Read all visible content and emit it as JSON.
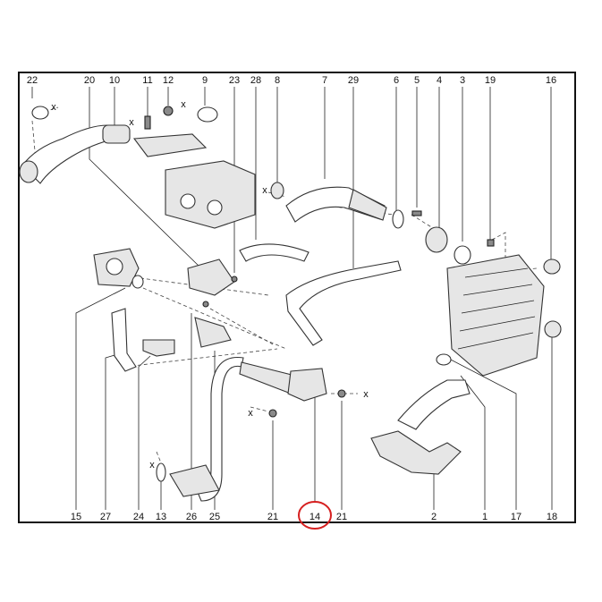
{
  "callouts_top": [
    "22",
    "20",
    "10",
    "11",
    "12",
    "9",
    "23",
    "28",
    "8",
    "7",
    "29",
    "6",
    "5",
    "4",
    "3",
    "19",
    "16"
  ],
  "callouts_bottom": [
    "15",
    "27",
    "24",
    "13",
    "26",
    "25",
    "21",
    "14",
    "21",
    "2",
    "1",
    "17",
    "18"
  ],
  "highlighted_callout": "14",
  "highlight_color": "#d61f1f",
  "axis_marks": [
    "x",
    "x",
    "x",
    "x",
    "x",
    "x",
    "x"
  ]
}
